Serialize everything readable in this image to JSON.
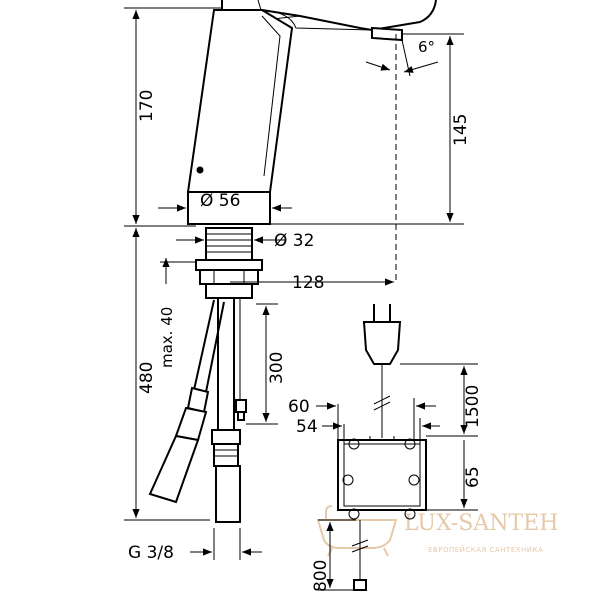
{
  "dimensions": {
    "height_170": "170",
    "height_145": "145",
    "diameter_56": "Ø 56",
    "diameter_32": "Ø 32",
    "length_128": "128",
    "max_40": "max. 40",
    "height_480": "480",
    "cable_300": "300",
    "width_60": "60",
    "width_54": "54",
    "cable_1500": "1500",
    "height_65": "65",
    "cable_800": "800",
    "angle_6": "6°",
    "thread_g38": "G 3/8"
  },
  "watermark": {
    "brand": "LUX-SANTEH",
    "tagline": "ЕВРОПЕЙСКАЯ САНТЕХНИКА"
  }
}
